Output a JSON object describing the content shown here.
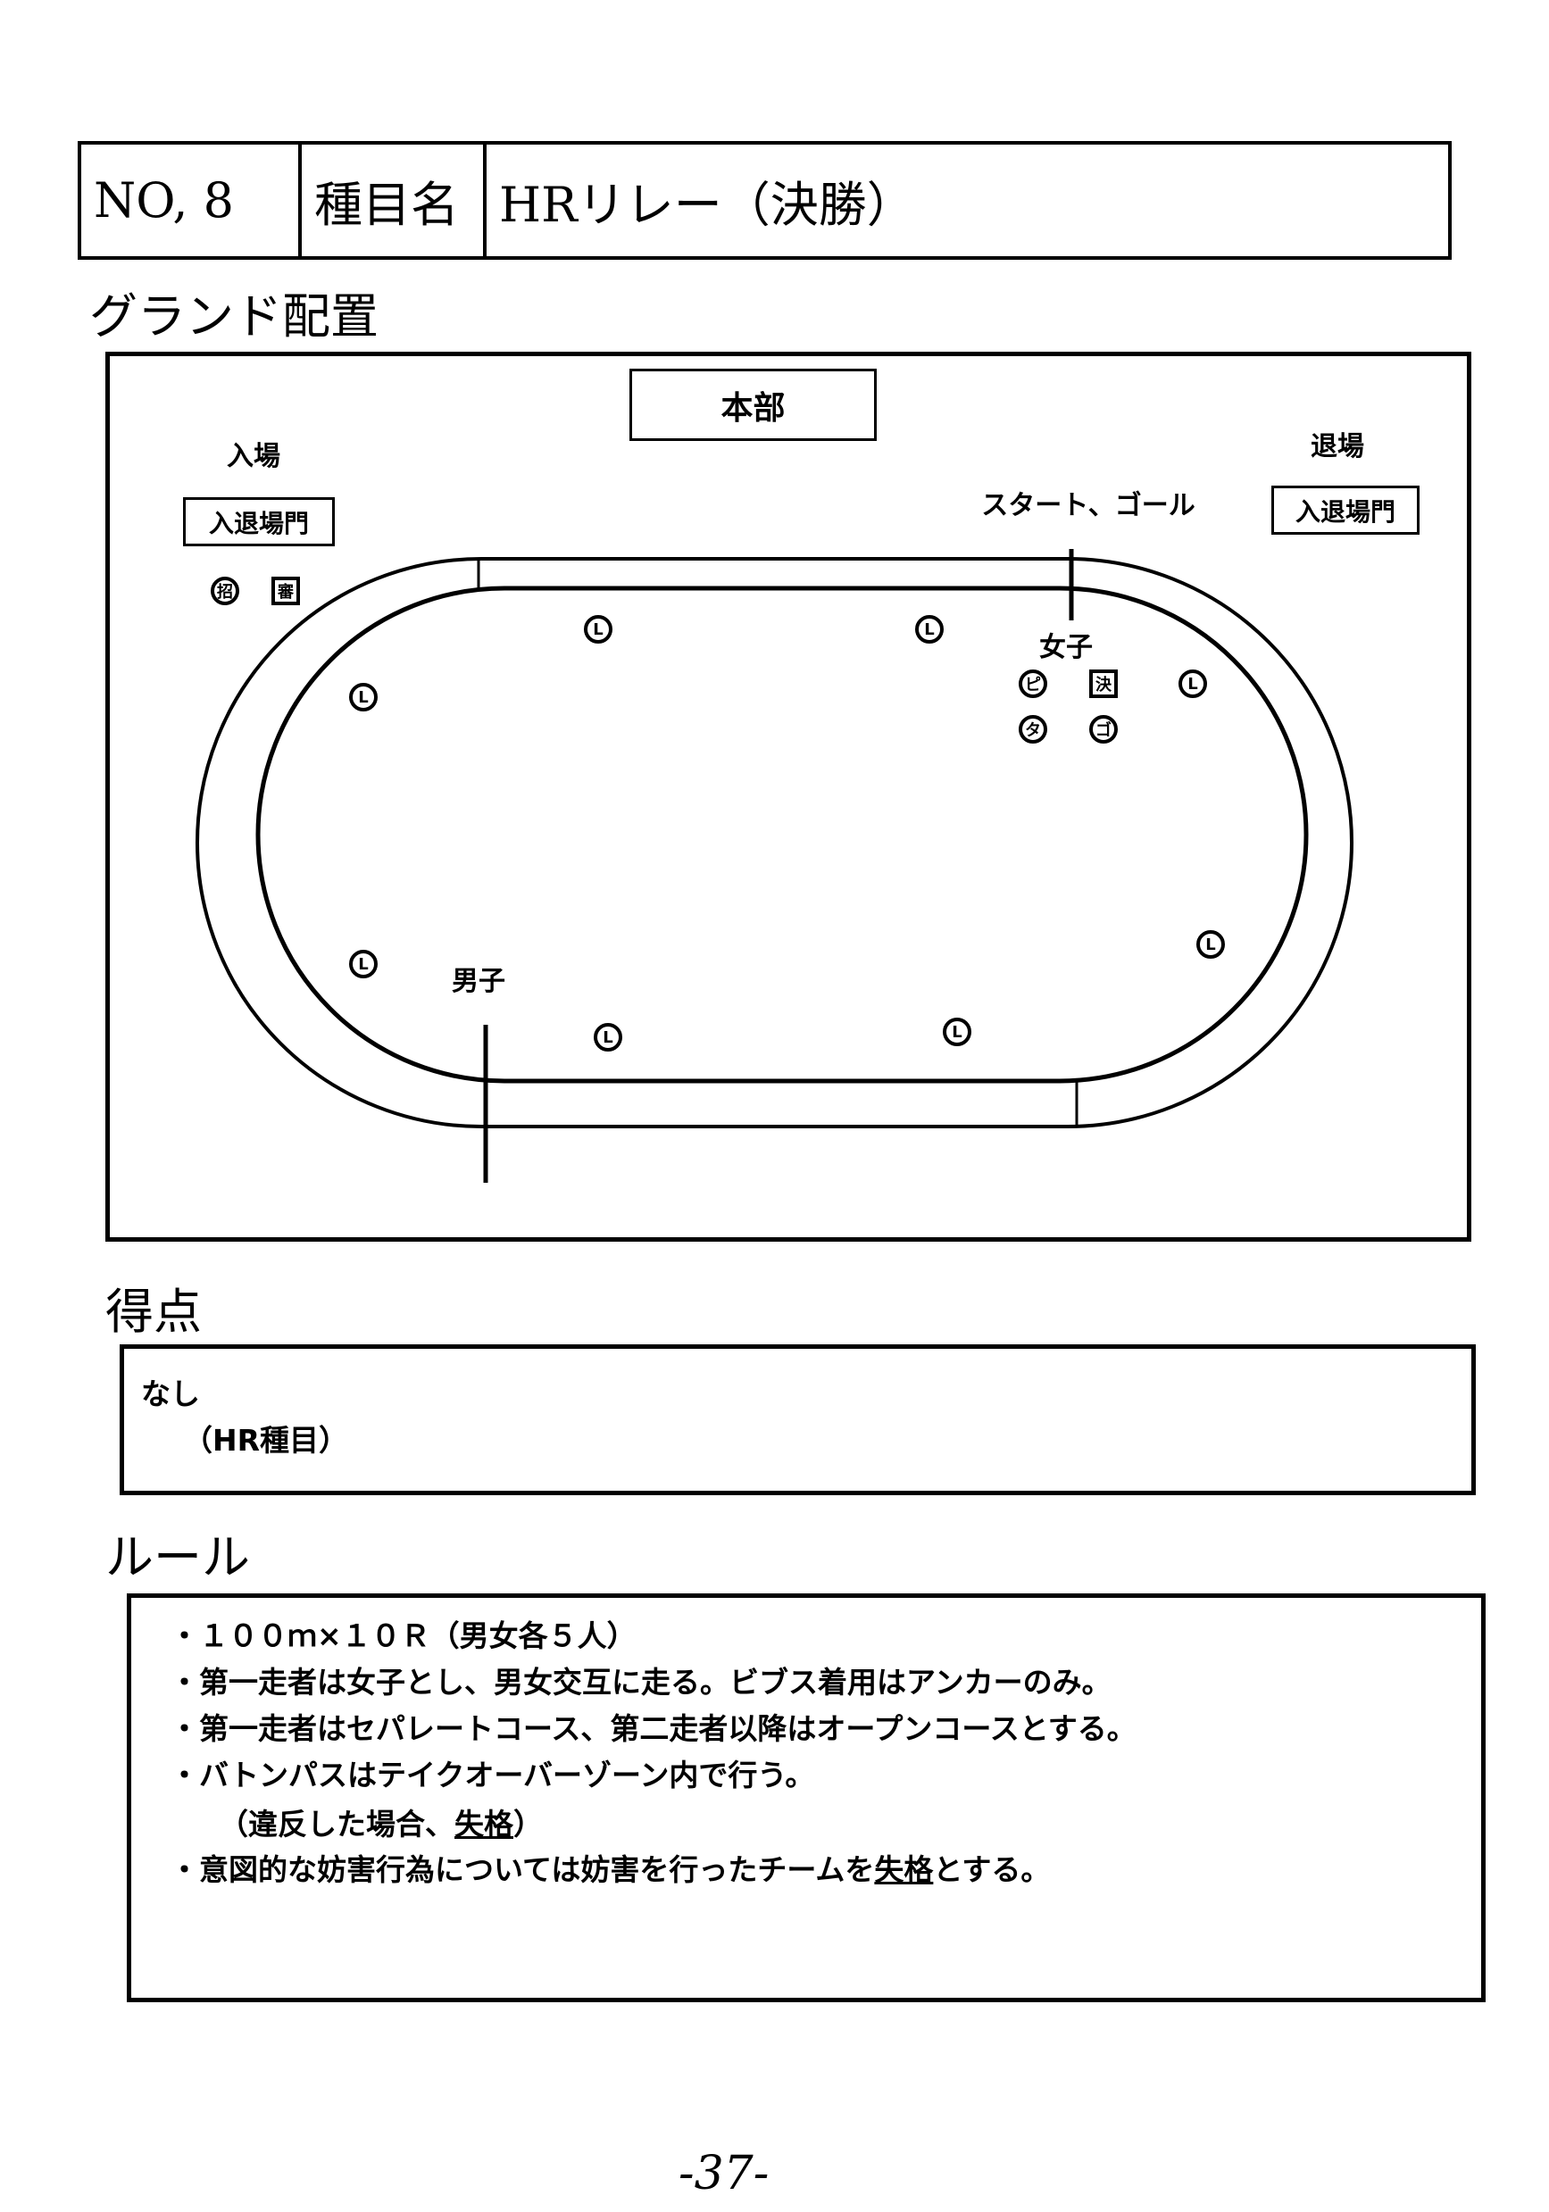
{
  "header": {
    "no": "NO, 8",
    "event_label": "種目名",
    "event_name": "HRリレー（決勝）"
  },
  "ground": {
    "title": "グランド配置",
    "headquarters": "本部",
    "entry_label": "入場",
    "exit_label": "退場",
    "entry_gate": "入退場門",
    "exit_gate": "入退場門",
    "start_goal": "スタート、ゴール",
    "female": "女子",
    "male": "男子",
    "markers": {
      "call": "招",
      "judge": "審",
      "lap": "L",
      "pistol": "ピ",
      "finish": "決",
      "timer": "タ",
      "goal": "ゴ"
    }
  },
  "score": {
    "title": "得点",
    "line1": "なし",
    "line2": "（HR種目）"
  },
  "rules": {
    "title": "ルール",
    "lines": [
      "・１００ｍ×１０Ｒ（男女各５人）",
      "・第一走者は女子とし、男女交互に走る。ビブス着用はアンカーのみ。",
      "・第一走者はセパレートコース、第二走者以降はオープンコースとする。",
      "・バトンパスはテイクオーバーゾーン内で行う。"
    ],
    "line5_pre": "（違反した場合、",
    "line5_u": "失格",
    "line5_post": "）",
    "line6_pre": "・意図的な妨害行為については妨害を行ったチームを",
    "line6_u": "失格",
    "line6_post": "とする。"
  },
  "page_number": "-37-"
}
